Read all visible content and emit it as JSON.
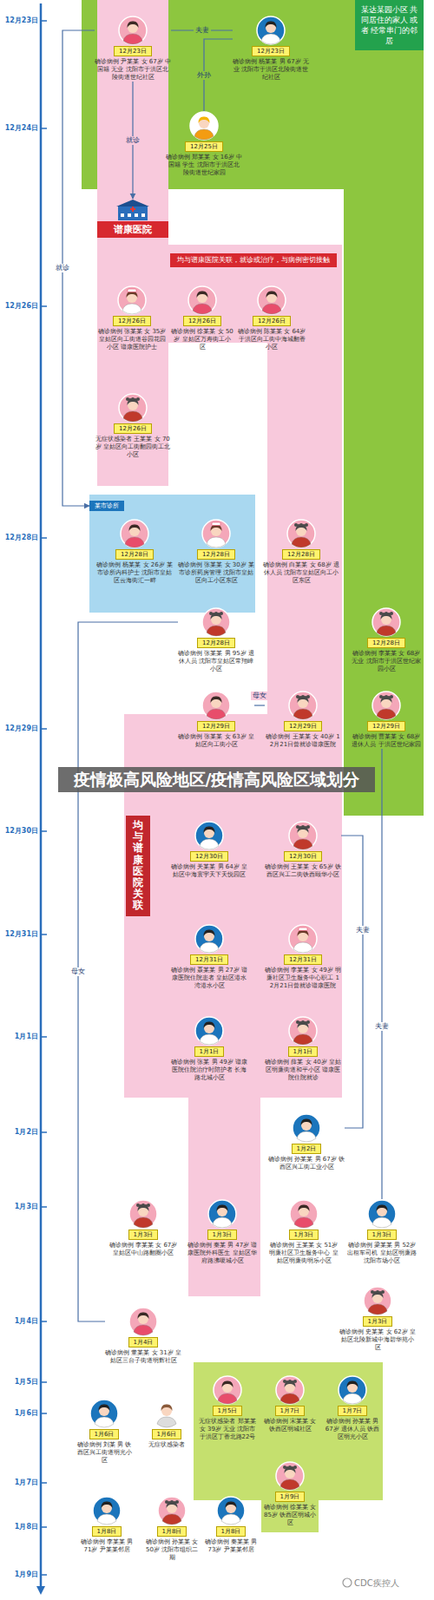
{
  "diagram": {
    "title": "疫情极高风险地区/疫情高风险区域划分",
    "nodes": [
      {
        "text": [
          "某达某园小区 共同居住的家人 或者 经常串门的邻居"
        ]
      },
      {
        "text": [
          "12月23日",
          "确诊病例 尹某某 女 67岁 中国籍 无业 沈阳市于洪区北陵街道世纪社区"
        ]
      },
      {
        "text": [
          "12月23日",
          "确诊病例 杨某某 男 67岁 无业 沈阳市于洪区北陵街道世纪社区"
        ]
      },
      {
        "text": [
          "12月25日",
          "确诊病例 郑某某 女 16岁 中国籍 学生 沈阳市于洪区北陵街道世纪家园"
        ]
      },
      {
        "text": [
          "谱康医院"
        ]
      },
      {
        "text": [
          "均与谱康医院关联，就诊或治疗，与病例密切接触"
        ]
      },
      {
        "text": [
          "12月26日",
          "确诊病例 张某某 女 35岁 皇姑区向工街道谷园花园小区 谱康医院护士"
        ]
      },
      {
        "text": [
          "12月26日",
          "确诊病例 徐某某 女 50岁 皇姑区万寿街工小区"
        ]
      },
      {
        "text": [
          "12月26日",
          "确诊病例 陈某某 女 64岁 于洪区向工街中海城翻香小区"
        ]
      },
      {
        "text": [
          "12月26日",
          "无症状感染者 王某某 女 70岁 皇姑区向工街翻园街工北小区"
        ]
      },
      {
        "text": [
          "某市诊所"
        ]
      },
      {
        "text": [
          "12月28日",
          "确诊病例 杨某某 女 26岁 某市诊所内科护士 沈阳市皇姑区云海街汇一畔"
        ],
        "in": 10
      },
      {
        "text": [
          "12月28日",
          "确诊病例 张某某 女 30岁 某市诊所药房管理 沈阳市皇姑区向工小区东区"
        ],
        "in": 10
      },
      {
        "text": [
          "12月28日",
          "确诊病例 白某某 女 68岁 退休人员 沈阳市皇姑区向工小区东区"
        ]
      },
      {
        "text": [
          "12月28日",
          "确诊病例 张某某 男 95岁 退休人员 沈阳市皇姑区常翔嶂小区"
        ]
      },
      {
        "text": [
          "12月28日",
          "确诊病例 李某某 女 68岁 无业 沈阳市于洪区世纪家园小区"
        ]
      },
      {
        "text": [
          "均与谱康医院关联"
        ]
      },
      {
        "text": [
          "12月29日",
          "确诊病例 张某某 女 63岁 皇姑区向工街小区"
        ]
      },
      {
        "text": [
          "12月29日",
          "确诊病例 王某某 女 40岁 12月21日曾就诊谱康医院"
        ]
      },
      {
        "text": [
          "12月29日",
          "确诊病例 曹某某 女 68岁 退休人员 于洪区世纪家园"
        ]
      },
      {
        "text": [
          "12月30日",
          "确诊病例 关某某 男 64岁 皇姑区中海寰宇天下天悦园区"
        ]
      },
      {
        "text": [
          "12月30日",
          "确诊病例 王某某 女 65岁 铁西区兴工二街铁西颐华小区"
        ]
      },
      {
        "text": [
          "12月31日",
          "确诊病例 聂某某 男 27岁 谱康医院住院患者 皇姑区港水湾港水小区"
        ]
      },
      {
        "text": [
          "12月31日",
          "确诊病例 李某某 女 49岁 明廉社区卫生服务中心职工 12月21日曾就诊谱康医院"
        ]
      },
      {
        "text": [
          "1月1日",
          "确诊病例 张某 男 49岁 谱康医院住院治疗时陪护者 长海路北城小区"
        ]
      },
      {
        "text": [
          "1月1日",
          "确诊病例 薛某 女 40岁 皇姑区明廉街道和平小区 谱康医院住院就诊"
        ]
      },
      {
        "text": [
          "1月2日",
          "确诊病例 孙某某 男 67岁 铁西区兴工街工业小区"
        ]
      },
      {
        "text": [
          "1月3日",
          "确诊病例 李某某 女 67岁 皇姑区中山路翻圈小区"
        ]
      },
      {
        "text": [
          "1月3日",
          "确诊病例 秦某 男 47岁 谱康医院外科医生 皇姑区华府路沸嗄城小区"
        ]
      },
      {
        "text": [
          "1月3日",
          "确诊病例 王某某 女 51岁 明廉社区卫生服务中心 皇姑区明廉街明乐小区"
        ]
      },
      {
        "text": [
          "1月3日",
          "确诊病例 梁某某 男 52岁 出租车司机 皇姑区明廉路沈阳市场小区"
        ]
      },
      {
        "text": [
          "1月3日",
          "确诊病例 史某某 女 62岁 皇姑区北陵新城中海碧华苑小区"
        ]
      },
      {
        "text": [
          "1月4日",
          "确诊病例 董某某 女 31岁 皇姑区三台子街道明辉社区"
        ]
      },
      {
        "text": [
          "1月6日",
          "确诊病例 刘某 男 铁西区兴工街道明光小区"
        ]
      },
      {
        "text": [
          "1月6日",
          "无症状感染者"
        ]
      },
      {
        "text": [
          "1月5日",
          "无症状感染者 郑某某 女 39岁 无业 沈阳市于洪区丁香北路22号"
        ]
      },
      {
        "text": [
          "1月7日",
          "确诊病例 宋某某 女 铁西区明城社区"
        ]
      },
      {
        "text": [
          "1月7日",
          "确诊病例 孙某某 男 67岁 退休人员 铁西区明光小区"
        ]
      },
      {
        "text": [
          "1月9日",
          "确诊病例 徐某某 女 85岁 铁西区明城小区"
        ]
      },
      {
        "text": [
          "1月8日",
          "确诊病例 李某某 男 71岁 尹某某邻居"
        ]
      },
      {
        "text": [
          "1月8日",
          "确诊病例 孙某某 女 50岁 沈阳市组织二期"
        ]
      },
      {
        "text": [
          "1月8日",
          "确诊病例 秦某某 男 73岁 尹某某邻居"
        ]
      }
    ],
    "edges": [
      {
        "from": 1,
        "to": 2,
        "label": "夫妻",
        "arrow": "none"
      },
      {
        "from": 2,
        "to": 3,
        "label": "外孙",
        "arrow": "none"
      },
      {
        "from": 1,
        "to": 4,
        "label": "就诊",
        "arrow": "to"
      },
      {
        "from": 1,
        "to": 10,
        "label": "就诊",
        "arrow": "to"
      },
      {
        "from": 17,
        "to": 18,
        "label": "母女",
        "arrow": "none"
      },
      {
        "from": 14,
        "to": 32,
        "label": "母女",
        "arrow": "none"
      },
      {
        "from": 21,
        "to": 26,
        "label": "夫妻",
        "arrow": "none"
      },
      {
        "from": 19,
        "to": 30,
        "label": "夫妻",
        "arrow": "none"
      }
    ],
    "labels": [
      "12月23日",
      "12月24日",
      "12月26日",
      "12月28日",
      "12月29日",
      "12月30日",
      "12月31日",
      "1月1日",
      "1月2日",
      "1月3日",
      "1月4日",
      "1月5日",
      "1月6日",
      "1月7日",
      "1月8日",
      "1月9日",
      "CDC疾控人"
    ]
  }
}
